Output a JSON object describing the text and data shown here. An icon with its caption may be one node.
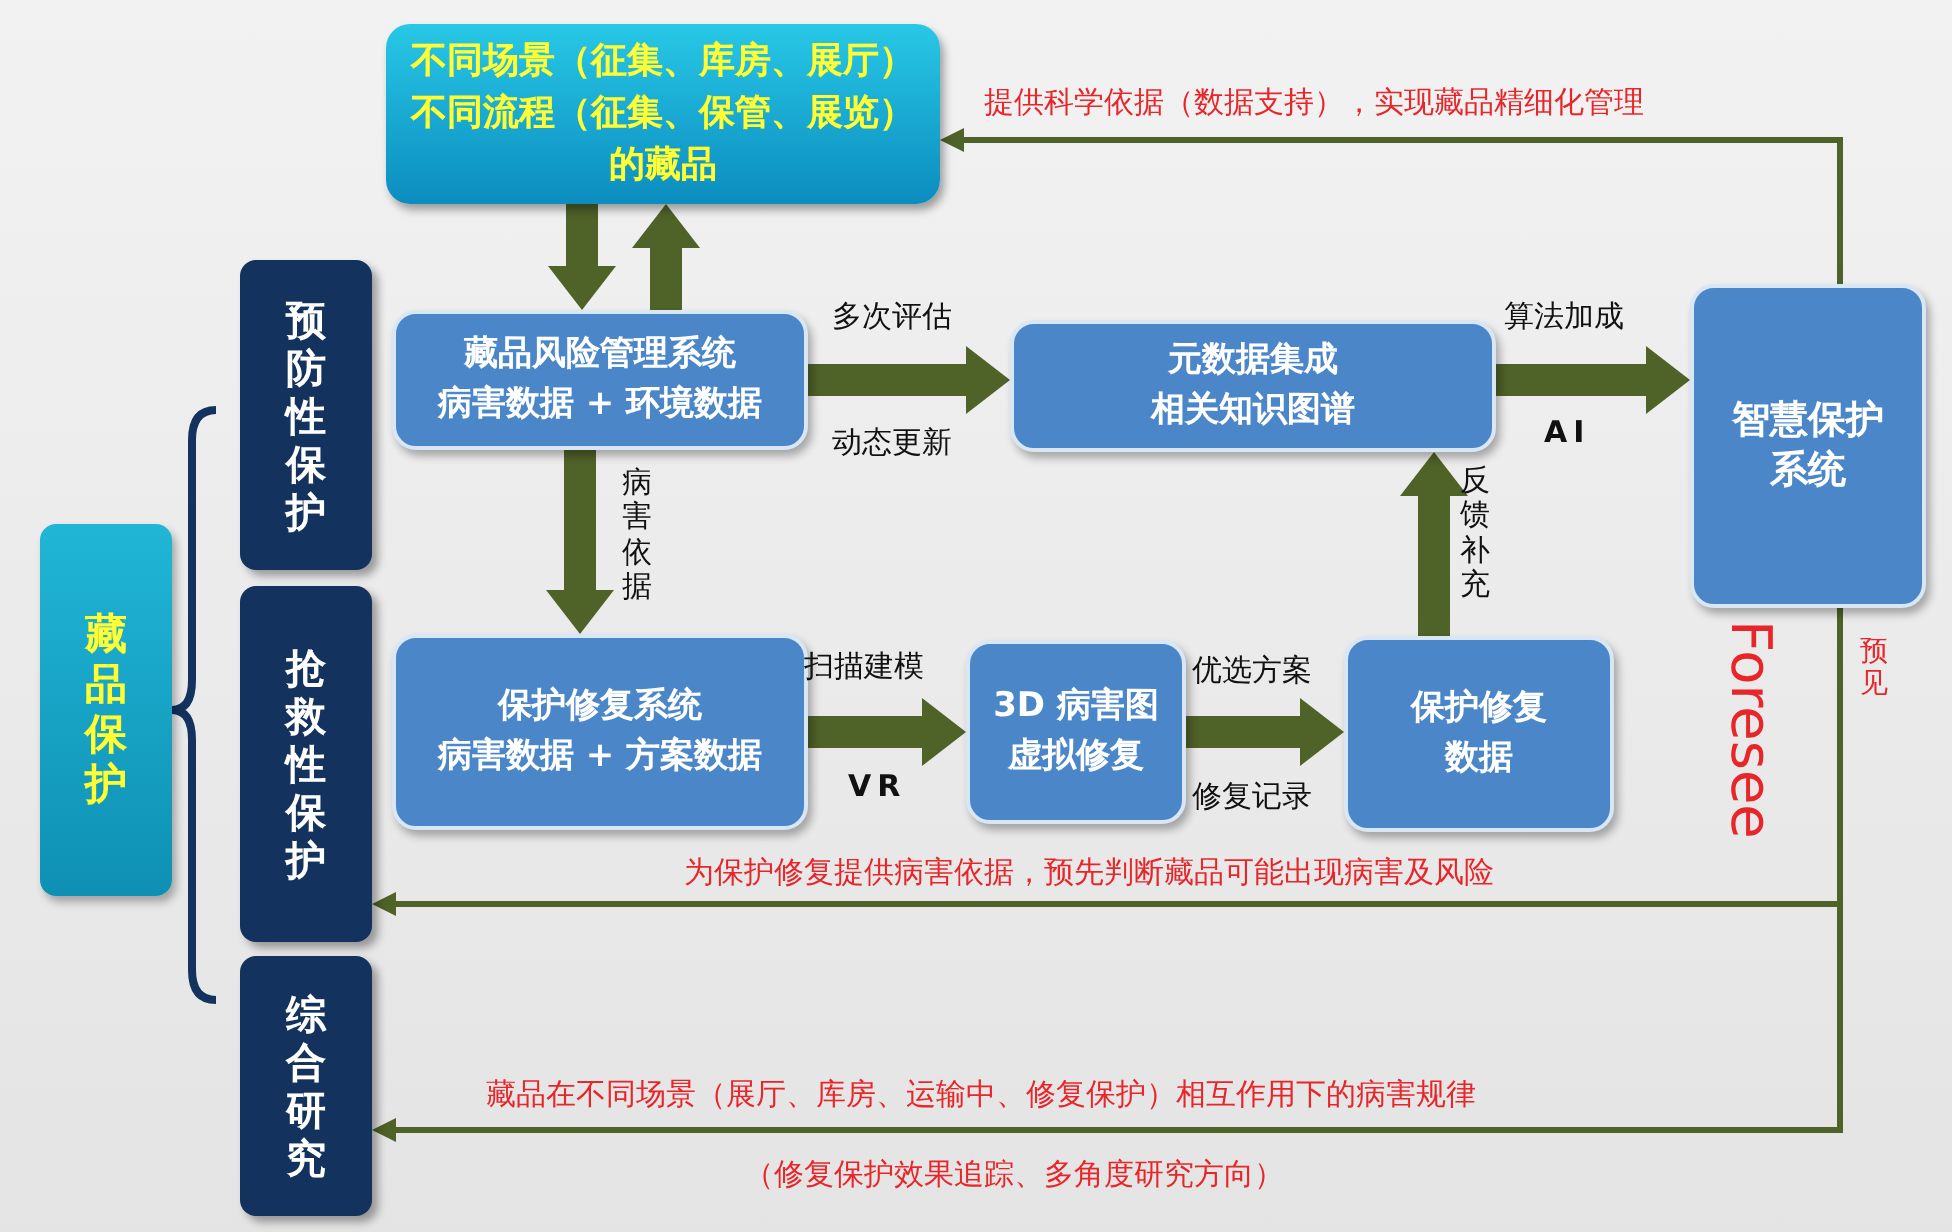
{
  "diagram": {
    "nodes": [
      {
        "text": [
          "不同场景（征集、库房、展厅）不同流程（征集、保管、展览）的藏品"
        ]
      },
      {
        "text": [
          "藏品保护"
        ]
      },
      {
        "text": [
          "预防性保护"
        ]
      },
      {
        "text": [
          "抢救性保护"
        ]
      },
      {
        "text": [
          "综合研究"
        ]
      },
      {
        "text": [
          "藏品风险管理系统",
          "病害数据 + 环境数据"
        ]
      },
      {
        "text": [
          "元数据集成",
          "相关知识图谱"
        ]
      },
      {
        "text": [
          "智慧保护系统"
        ]
      },
      {
        "text": [
          "保护修复系统",
          "病害数据 + 方案数据"
        ]
      },
      {
        "text": [
          "3D 病害图",
          "虚拟修复"
        ]
      },
      {
        "text": [
          "保护修复数据"
        ]
      }
    ],
    "edges": [
      {
        "from": 0,
        "to": 5,
        "arrow": "to"
      },
      {
        "from": 5,
        "to": 0,
        "arrow": "to"
      },
      {
        "from": 5,
        "to": 6,
        "arrow": "to",
        "label": "多次评估"
      },
      {
        "from": 5,
        "to": 8,
        "arrow": "to",
        "label": "病害依据"
      },
      {
        "from": 6,
        "to": 7,
        "arrow": "to",
        "label": "算法加成"
      },
      {
        "from": 8,
        "to": 9,
        "arrow": "to",
        "label": "扫描建模"
      },
      {
        "from": 9,
        "to": 10,
        "arrow": "to",
        "label": "优选方案"
      },
      {
        "from": 10,
        "to": 6,
        "arrow": "to",
        "label": "反馈补充"
      },
      {
        "from": 7,
        "to": 0,
        "arrow": "to",
        "label": "提供科学依据（数据支持），实现藏品精细化管理"
      },
      {
        "from": 7,
        "to": 3,
        "arrow": "to",
        "label": "为保护修复提供病害依据，预先判断藏品可能出现病害及风险"
      },
      {
        "from": 7,
        "to": 4,
        "arrow": "to",
        "label": "藏品在不同场景（展厅、库房、运输中、修复保护）相互作用下的病害规律"
      }
    ],
    "labels": [
      "动态更新",
      "AI",
      "VR",
      "修复记录",
      "Foresee",
      "预见",
      "（修复保护效果追踪、多角度研究方向）"
    ]
  }
}
